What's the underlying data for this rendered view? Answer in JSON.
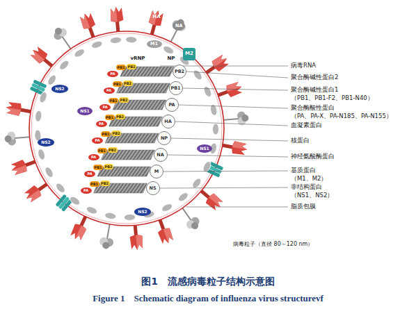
{
  "diagram": {
    "caption": "图1　流感病毒粒子结构示意图",
    "nodes": [
      {
        "text": [
          "HA"
        ]
      },
      {
        "text": [
          "NA"
        ]
      },
      {
        "text": [
          "M1"
        ]
      },
      {
        "text": [
          "M2"
        ]
      },
      {
        "text": [
          "NS2"
        ]
      },
      {
        "text": [
          "NS1"
        ]
      },
      {
        "text": [
          "NS2"
        ]
      },
      {
        "text": [
          "NS1"
        ]
      },
      {
        "text": [
          "NS2"
        ]
      },
      {
        "text": [
          "PA"
        ]
      },
      {
        "text": [
          "PB1"
        ]
      },
      {
        "text": [
          "PB2"
        ]
      },
      {
        "text": [
          "PB2"
        ]
      },
      {
        "text": [
          "PA"
        ]
      },
      {
        "text": [
          "PB1"
        ]
      },
      {
        "text": [
          "PB2"
        ]
      },
      {
        "text": [
          "PB1"
        ]
      },
      {
        "text": [
          "PA"
        ]
      },
      {
        "text": [
          "PB1"
        ]
      },
      {
        "text": [
          "PB2"
        ]
      },
      {
        "text": [
          "PA"
        ]
      },
      {
        "text": [
          "PA"
        ]
      },
      {
        "text": [
          "PB1"
        ]
      },
      {
        "text": [
          "PB2"
        ]
      },
      {
        "text": [
          "HA"
        ]
      },
      {
        "text": [
          "PA"
        ]
      },
      {
        "text": [
          "PB1"
        ]
      },
      {
        "text": [
          "PB2"
        ]
      },
      {
        "text": [
          "NP"
        ]
      },
      {
        "text": [
          "PA"
        ]
      },
      {
        "text": [
          "PB1"
        ]
      },
      {
        "text": [
          "PB2"
        ]
      },
      {
        "text": [
          "NA"
        ]
      },
      {
        "text": [
          "PA"
        ]
      },
      {
        "text": [
          "PB1"
        ]
      },
      {
        "text": [
          "PB2"
        ]
      },
      {
        "text": [
          "M"
        ]
      },
      {
        "text": [
          "PA"
        ]
      },
      {
        "text": [
          "PB1"
        ]
      },
      {
        "text": [
          "PB2"
        ]
      },
      {
        "text": [
          "NS"
        ]
      }
    ],
    "labels": [
      "vRNP",
      "NP",
      "病毒RNA",
      "聚合酶碱性蛋白2",
      "聚合酶碱性蛋白1",
      "（PB1、PB1-F2、PB1-N40）",
      "聚合酶酸性蛋白",
      "（PA、PA-X、PA-N185、PA-N155）",
      "血凝素蛋白",
      "核蛋白",
      "神经氨酸酶蛋白",
      "基质蛋白",
      "（M1、M2）",
      "非结构蛋白",
      "（NS1、NS2）",
      "脂质包膜",
      "病毒粒子（直径 80～120 nm）",
      "Figure 1　Schematic diagram of influenza virus structurevf"
    ]
  }
}
